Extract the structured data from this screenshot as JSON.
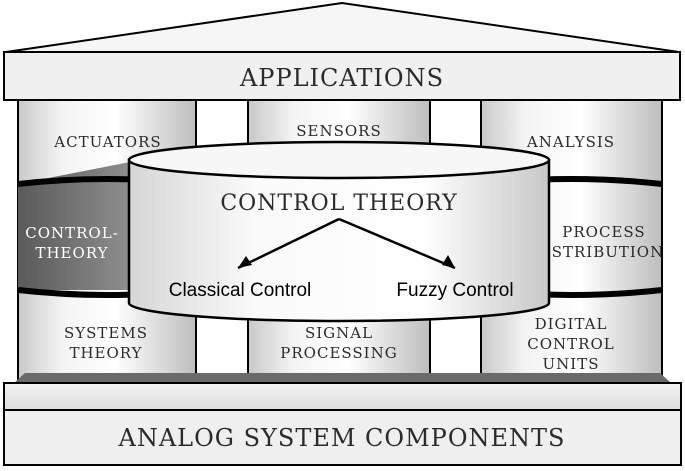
{
  "roof": {
    "label": "APPLICATIONS"
  },
  "base": {
    "label": "ANALOG SYSTEM COMPONENTS"
  },
  "pillars": {
    "left": {
      "top": "ACTUATORS",
      "middle": [
        "CONTROL-",
        "THEORY"
      ],
      "bottom": [
        "SYSTEMS",
        "THEORY"
      ]
    },
    "center": {
      "top": "SENSORS",
      "bottom": [
        "SIGNAL",
        "PROCESSING"
      ]
    },
    "right": {
      "top": "ANALYSIS",
      "middle": [
        "PROCESS",
        "DISTRIBUTION"
      ],
      "bottom": [
        "DIGITAL",
        "CONTROL",
        "UNITS"
      ]
    }
  },
  "drum": {
    "title": "CONTROL THEORY",
    "branches": [
      "Classical Control",
      "Fuzzy Control"
    ]
  }
}
